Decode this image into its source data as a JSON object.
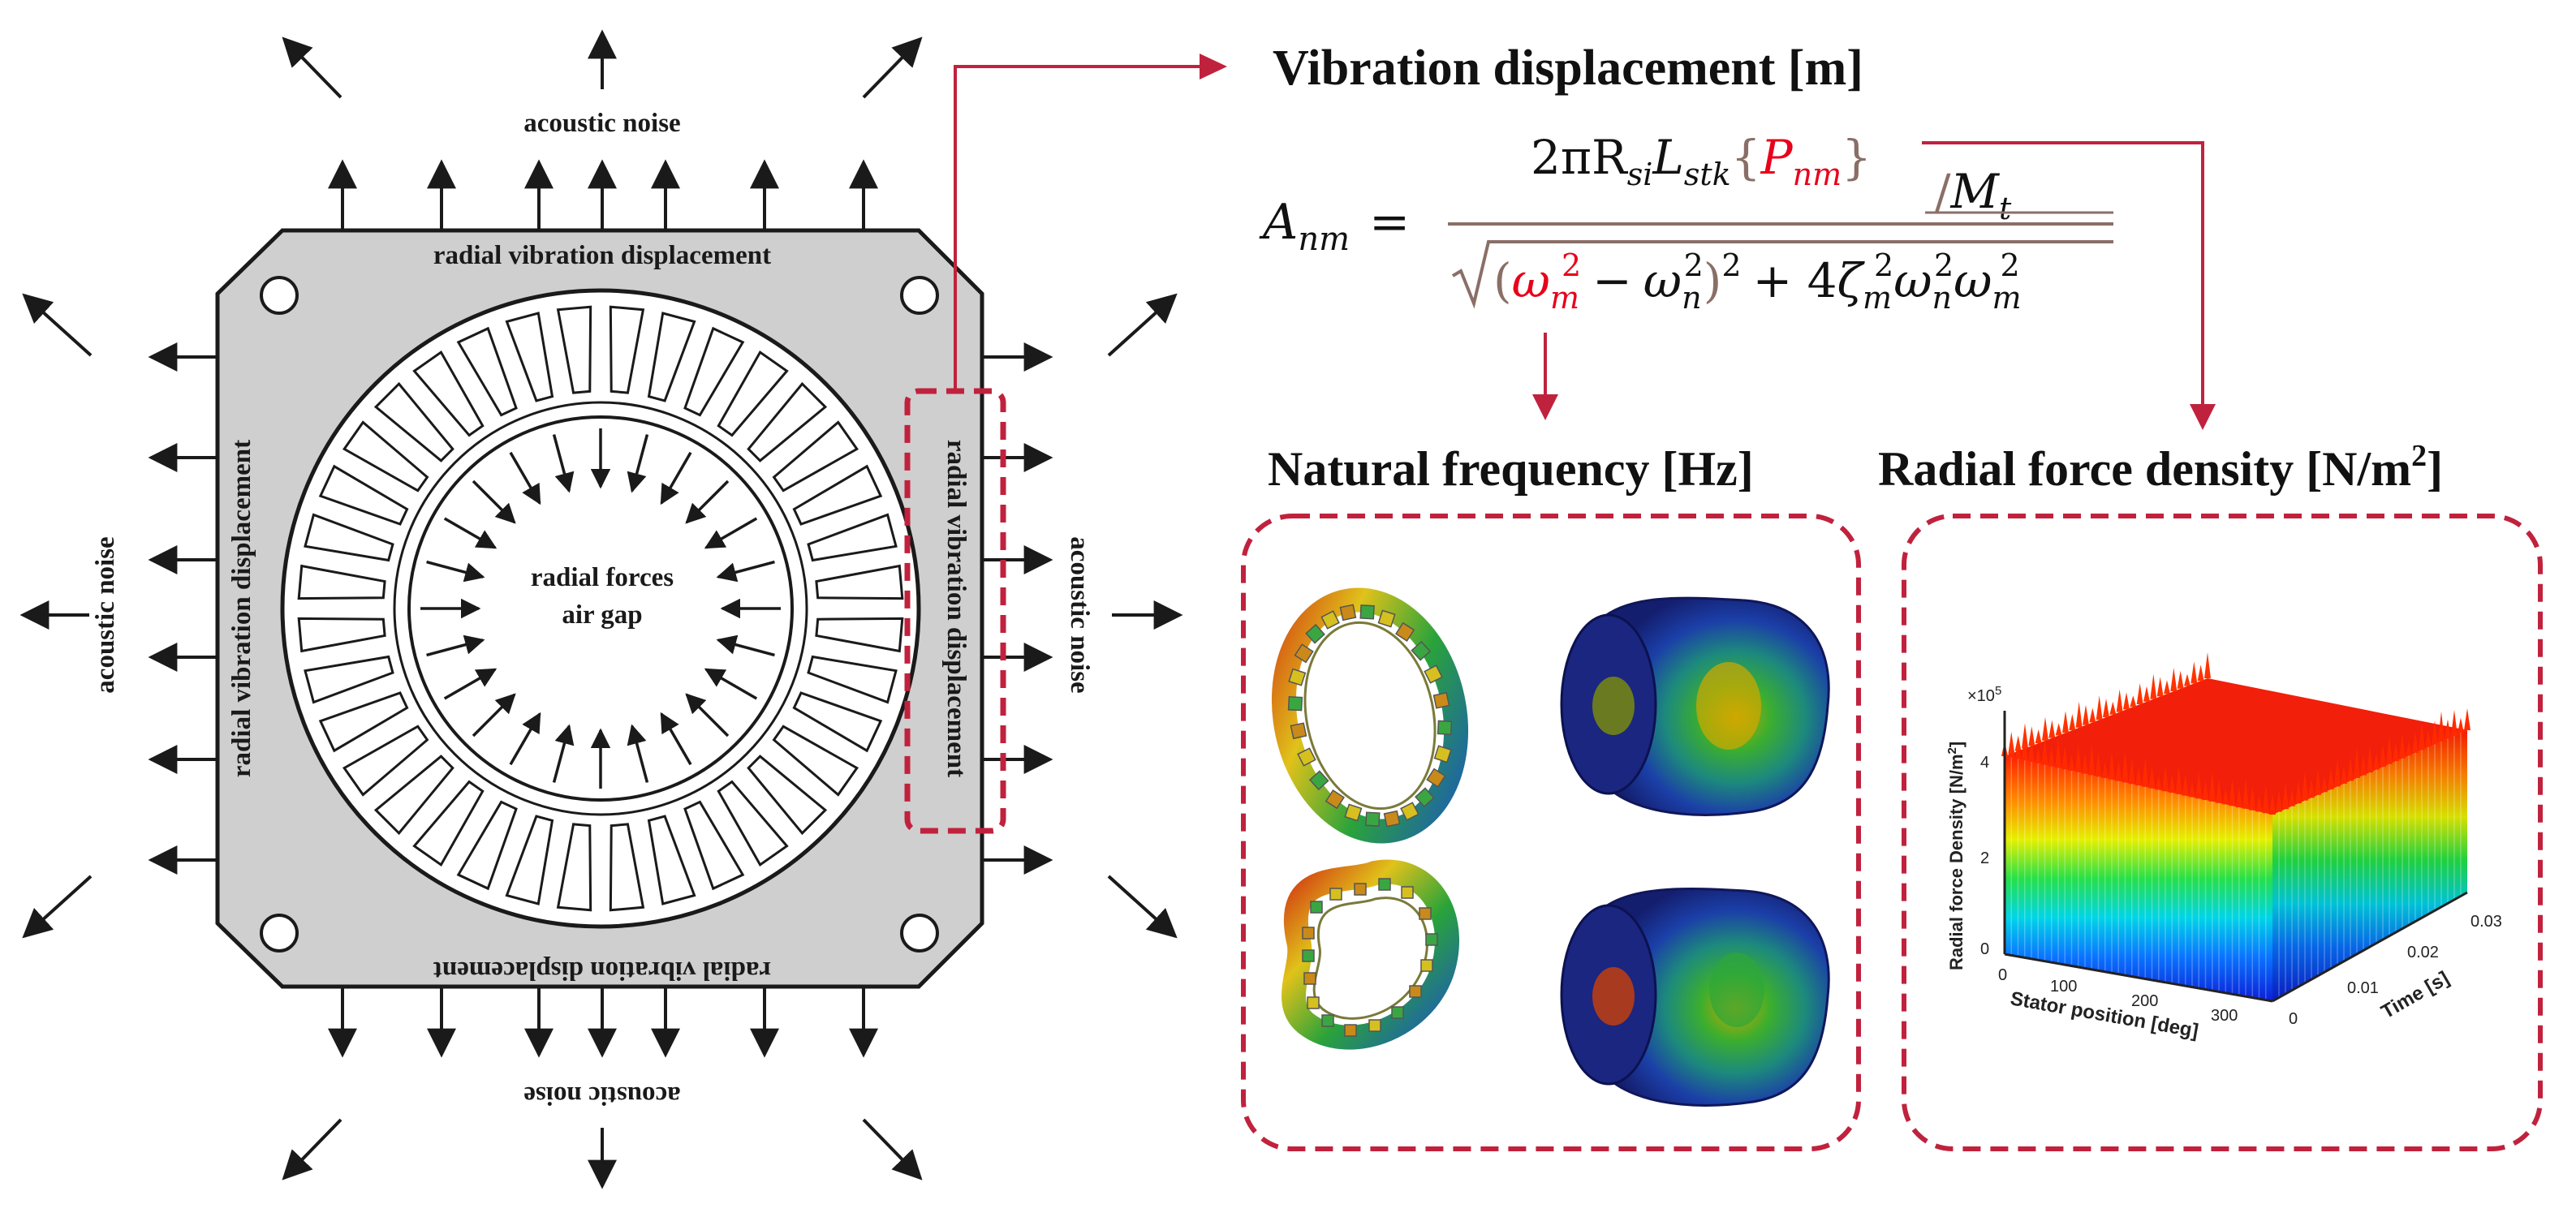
{
  "motor": {
    "acoustic_noise_label": "acoustic noise",
    "radial_vibration_label": "radial vibration displacement",
    "radial_forces_label": "radial forces",
    "air_gap_label": "air gap"
  },
  "headings": {
    "vibration_displacement": "Vibration displacement [m]",
    "natural_frequency": "Natural frequency [Hz]",
    "radial_force_density_prefix": "Radial force density [N/m",
    "radial_force_density_sup": "2",
    "radial_force_density_suffix": "]"
  },
  "formula": {
    "lhs": "A",
    "lhs_sub": "nm",
    "equals": "=",
    "num_prefix": "2πR",
    "num_r_sub": "si",
    "num_l": "L",
    "num_l_sub": "stk",
    "brace_open": "{",
    "p": "P",
    "p_sub": "nm",
    "brace_close": "}",
    "slash": "/",
    "m": "M",
    "m_sub": "t",
    "den_open": "(",
    "omega_m": "ω",
    "omega_m_sub": "m",
    "omega_m_sup": "2",
    "minus": "−",
    "omega_n": "ω",
    "omega_n_sub": "n",
    "omega_n_sup": "2",
    "den_close": ")",
    "den_sq": "2",
    "plus_four": "+ 4",
    "zeta": "ζ",
    "zeta_sub": "m",
    "zeta_sup": "2",
    "tail_omega_n": "ω",
    "tail_omega_n_sub": "n",
    "tail_omega_n_sup": "2",
    "tail_omega_m": "ω",
    "tail_omega_m_sub": "m",
    "tail_omega_m_sup": "2"
  },
  "plot3d": {
    "zlabel": "Radial force Density [N/m",
    "zlabel_sup": "2",
    "zlabel_end": "]",
    "zscale": "×10",
    "zscale_exp": "5",
    "z_ticks": [
      "4",
      "2",
      "0"
    ],
    "xlabel": "Stator position [deg]",
    "x_ticks": [
      "0",
      "100",
      "200",
      "300"
    ],
    "ylabel": "Time [s]",
    "y_ticks": [
      "0",
      "0.01",
      "0.02",
      "0.03"
    ]
  },
  "colors": {
    "accent_red": "#c0223d",
    "formula_red": "#e8001c",
    "formula_brown": "#8a6f67",
    "plate_gray": "#cfcfcf",
    "stroke": "#1a1a1a"
  }
}
